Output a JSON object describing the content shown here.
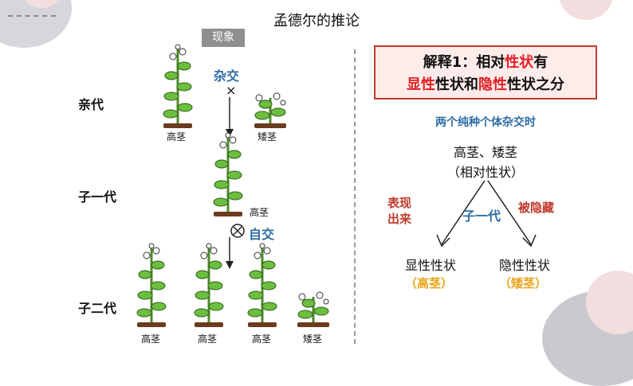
{
  "title": "孟德尔的推论",
  "left": {
    "phenomenon_tag": "现象",
    "generations": {
      "parent": "亲代",
      "f1": "子一代",
      "f2": "子二代"
    },
    "cross_label": "杂交",
    "cross_symbol": "×",
    "self_label": "自交",
    "plant_labels": {
      "parent_tall": "高茎",
      "parent_dwarf": "矮茎",
      "f1_tall": "高茎",
      "f2_1": "高茎",
      "f2_2": "高茎",
      "f2_3": "高茎",
      "f2_4": "矮茎"
    }
  },
  "right": {
    "box_line1_a": "解释1：相对",
    "box_line1_b": "性状",
    "box_line1_c": "有",
    "box_line2_a": "显性",
    "box_line2_b": "性状和",
    "box_line2_c": "隐性",
    "box_line2_d": "性状之分",
    "subtitle": "两个纯种个体杂交时",
    "pair": "高茎、矮茎",
    "pair_note": "（相对性状）",
    "left_branch": "表现\n出来",
    "middle_label": "子一代",
    "right_branch": "被隐藏",
    "dominant": "显性性状",
    "dominant_example": "（高茎）",
    "recessive": "隐性性状",
    "recessive_example": "（矮茎）"
  },
  "colors": {
    "accent_red": "#e31e24",
    "accent_blue": "#2e6da4",
    "accent_orange": "#e8a317",
    "box_border": "#c0392b",
    "box_fill": "#fdecea"
  }
}
